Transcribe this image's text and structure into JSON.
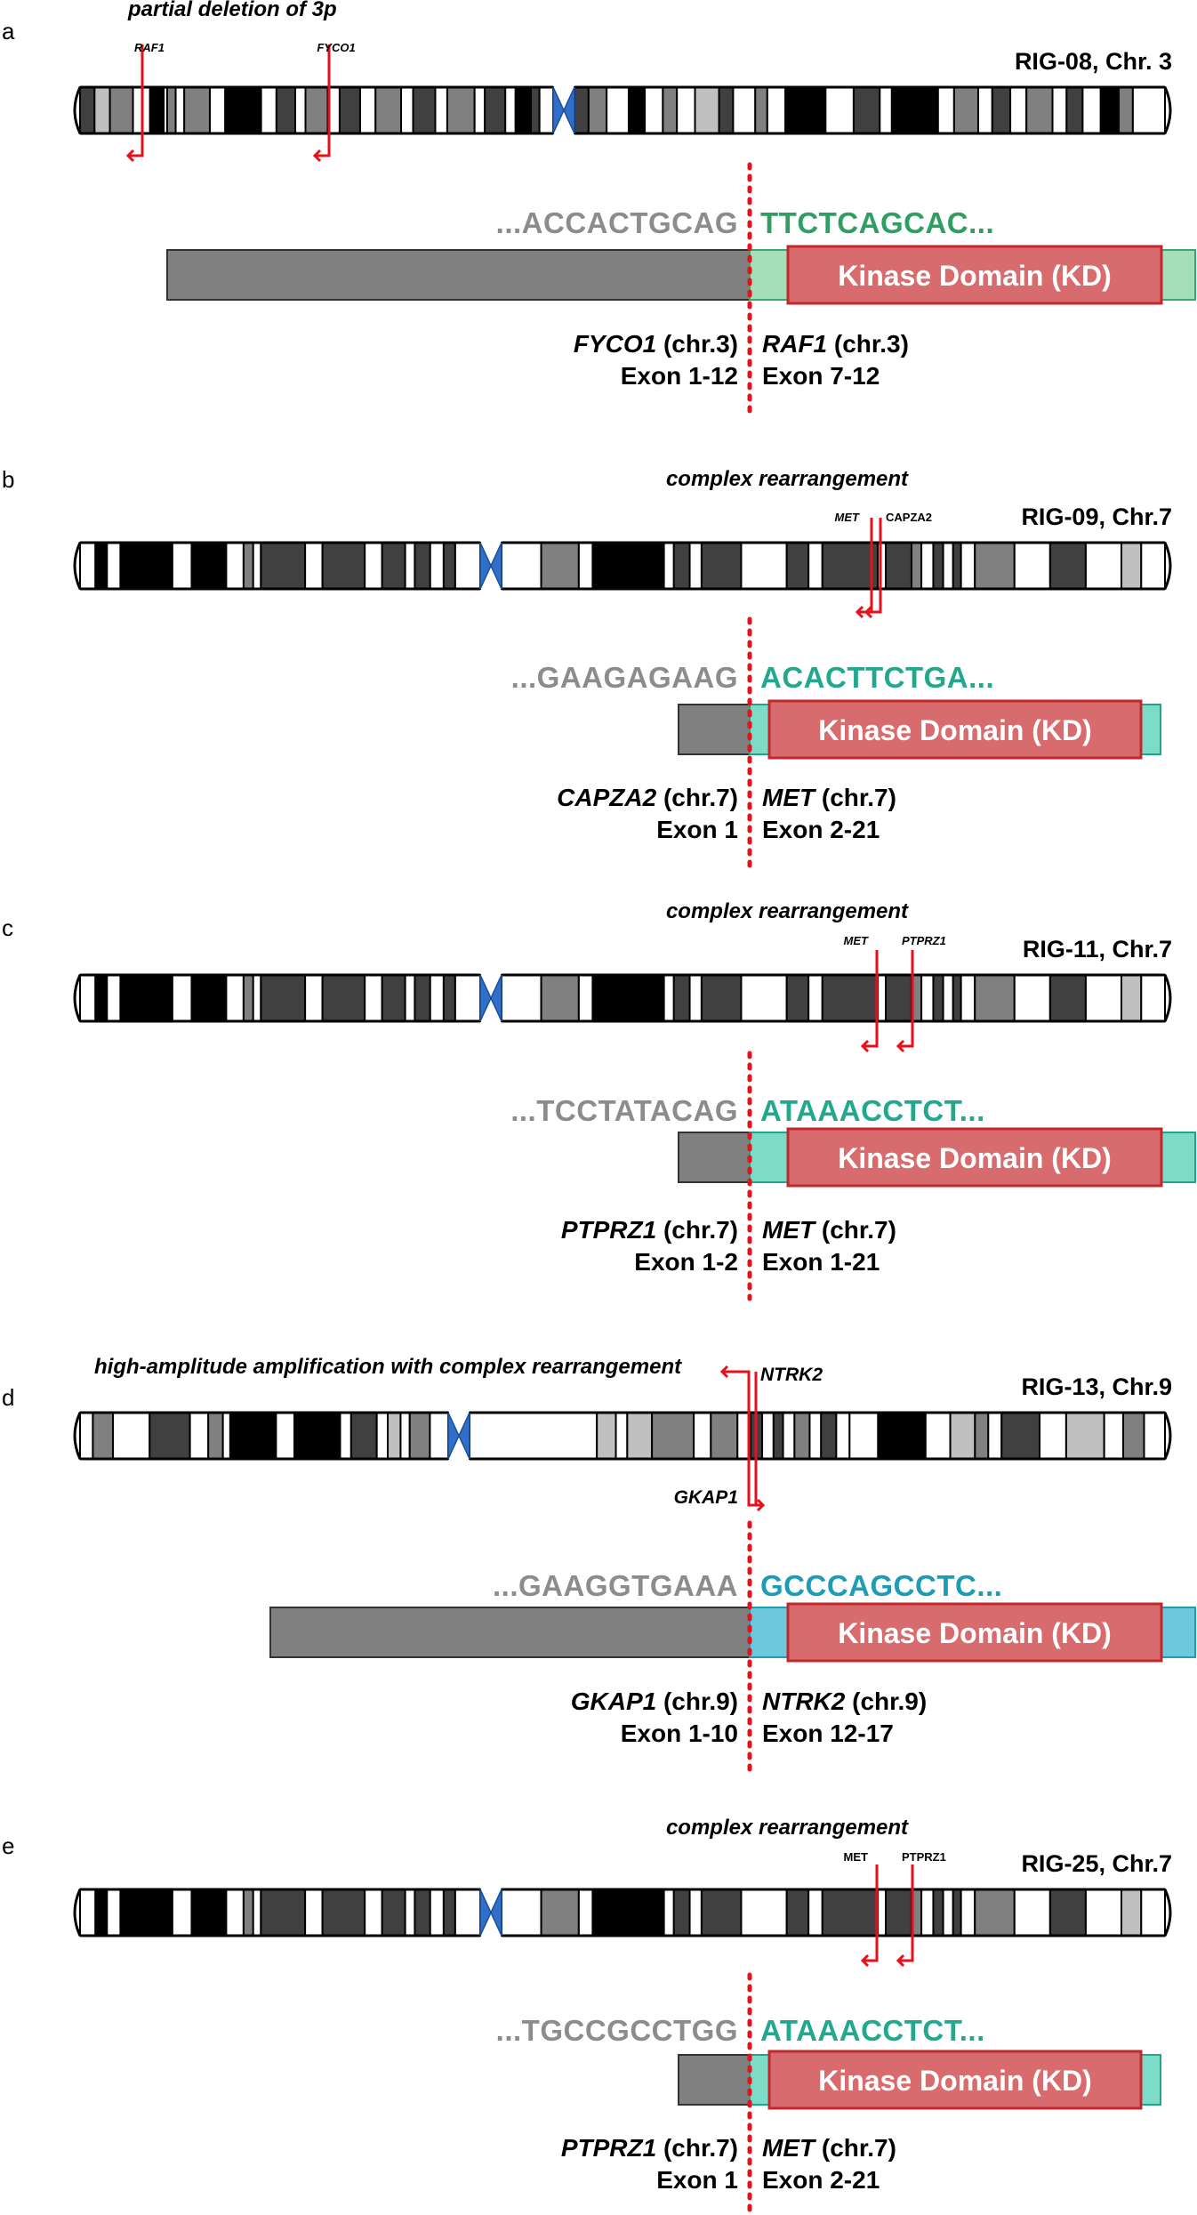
{
  "panels": [
    {
      "label": "a",
      "note": "partial deletion of 3p",
      "sample": "RIG-08, Chr. 3",
      "chromosome": "chr3",
      "breakpoints": [
        {
          "name": "RAF1",
          "italic": true
        },
        {
          "name": "FYCO1",
          "italic": true
        }
      ],
      "seq_left": "...ACCACTGCAG",
      "seq_right": "TTCTCAGCAC...",
      "partner_color": "#a3dfb9",
      "partner_stroke": "#3aa86a",
      "seq_right_color": "#2f9e63",
      "kinase_label": "Kinase Domain (KD)",
      "left_gene": {
        "name": "FYCO1",
        "chr": " (chr.3)",
        "exons": "Exon 1-12"
      },
      "right_gene": {
        "name": "RAF1",
        "chr": " (chr.3)",
        "exons": "Exon 7-12"
      }
    },
    {
      "label": "b",
      "note": "complex rearrangement",
      "sample": "RIG-09, Chr.7",
      "chromosome": "chr7",
      "breakpoints": [
        {
          "name": "MET",
          "italic": true
        },
        {
          "name": "CAPZA2",
          "italic": false
        }
      ],
      "seq_left": "...GAAGAGAAG",
      "seq_right": "ACACTTCTGA...",
      "partner_color": "#7ddcc8",
      "partner_stroke": "#1fa58a",
      "seq_right_color": "#21a88e",
      "kinase_label": "Kinase Domain (KD)",
      "left_gene": {
        "name": "CAPZA2",
        "chr": " (chr.7)",
        "exons": "Exon 1"
      },
      "right_gene": {
        "name": "MET",
        "chr": " (chr.7)",
        "exons": "Exon 2-21"
      }
    },
    {
      "label": "c",
      "note": "complex rearrangement",
      "sample": "RIG-11, Chr.7",
      "chromosome": "chr7",
      "breakpoints": [
        {
          "name": "MET",
          "italic": true
        },
        {
          "name": "PTPRZ1",
          "italic": true
        }
      ],
      "seq_left": "...TCCTATACAG",
      "seq_right": "ATAAACCTCT...",
      "partner_color": "#7ddcc8",
      "partner_stroke": "#1fa58a",
      "seq_right_color": "#21a88e",
      "kinase_label": "Kinase Domain (KD)",
      "left_gene": {
        "name": "PTPRZ1",
        "chr": " (chr.7)",
        "exons": "Exon 1-2"
      },
      "right_gene": {
        "name": "MET",
        "chr": " (chr.7)",
        "exons": "Exon 1-21"
      }
    },
    {
      "label": "d",
      "note": "high-amplitude amplification with complex rearrangement",
      "sample": "RIG-13, Chr.9",
      "chromosome": "chr9",
      "breakpoints": [
        {
          "name": "NTRK2",
          "italic": true
        },
        {
          "name": "GKAP1",
          "italic": true
        }
      ],
      "seq_left": "...GAAGGTGAAA",
      "seq_right": "GCCCAGCCTC...",
      "partner_color": "#6cc9dd",
      "partner_stroke": "#1e9bb5",
      "seq_right_color": "#1e9bb5",
      "kinase_label": "Kinase Domain (KD)",
      "left_gene": {
        "name": "GKAP1",
        "chr": " (chr.9)",
        "exons": "Exon 1-10"
      },
      "right_gene": {
        "name": "NTRK2",
        "chr": " (chr.9)",
        "exons": "Exon 12-17"
      }
    },
    {
      "label": "e",
      "note": "complex rearrangement",
      "sample": "RIG-25, Chr.7",
      "chromosome": "chr7",
      "breakpoints": [
        {
          "name": "MET",
          "italic": false
        },
        {
          "name": "PTPRZ1",
          "italic": false
        }
      ],
      "seq_left": "...TGCCGCCTGG",
      "seq_right": "ATAAACCTCT...",
      "partner_color": "#7ddcc8",
      "partner_stroke": "#1fa58a",
      "seq_right_color": "#21a88e",
      "kinase_label": "Kinase Domain (KD)",
      "left_gene": {
        "name": "PTPRZ1",
        "chr": " (chr.7)",
        "exons": "Exon 1"
      },
      "right_gene": {
        "name": "MET",
        "chr": " (chr.7)",
        "exons": "Exon 2-21"
      }
    }
  ],
  "colors": {
    "breakpoint": "#e8111a",
    "centromere": "#2f6fc9",
    "kinase_fill": "#d86b6d",
    "kinase_stroke": "#c1272d",
    "left_partner_fill": "#808080",
    "seq_left": "#8c8c8c",
    "fusion_line": "#e8111a"
  },
  "icons": {
    "chromosome": "chromosome-ideogram-icon",
    "breakpoint": "red-breakpoint-arrow-icon",
    "centromere": "centromere-icon"
  }
}
